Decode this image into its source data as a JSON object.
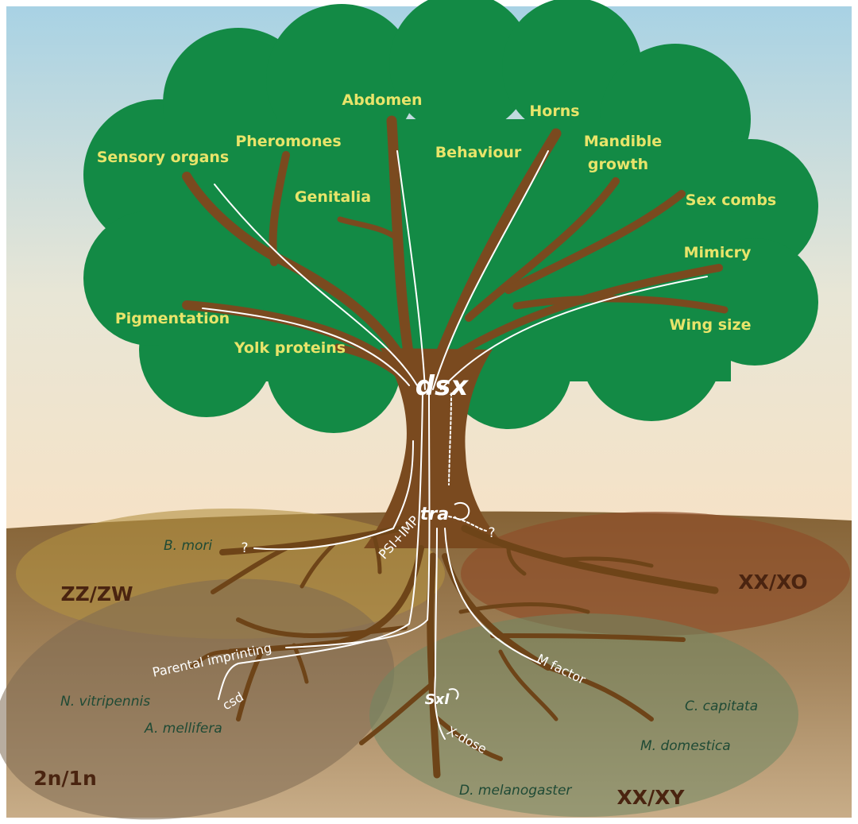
{
  "gene_labels": {
    "dsx": "dsx",
    "tra": "tra",
    "sxl": "Sxl"
  },
  "traits": {
    "sensory_organs": "Sensory organs",
    "pheromones": "Pheromones",
    "abdomen": "Abdomen",
    "genitalia": "Genitalia",
    "behaviour": "Behaviour",
    "horns": "Horns",
    "mandible_line1": "Mandible",
    "mandible_line2": "growth",
    "sex_combs": "Sex combs",
    "mimicry": "Mimicry",
    "pigmentation": "Pigmentation",
    "yolk_proteins": "Yolk proteins",
    "wing_size": "Wing size"
  },
  "systems": {
    "zz_zw": "ZZ/ZW",
    "xx_xo": "XX/XO",
    "two_n": "2n/1n",
    "xx_xy": "XX/XY"
  },
  "species": {
    "b_mori": "B. mori",
    "n_vitripennis": "N. vitripennis",
    "a_mellifera": "A. mellifera",
    "c_capitata": "C. capitata",
    "m_domestica": "M. domestica",
    "d_melanogaster": "D. melanogaster"
  },
  "pathways": {
    "psi_imp": "PSI+IMP",
    "parental_imprinting": "Parental imprinting",
    "csd": "csd",
    "m_factor": "M factor",
    "x_dose": "X-dose",
    "unknown_1": "?",
    "unknown_2": "?"
  },
  "colors": {
    "sky_top": "#a9d3e4",
    "sky_bottom": "#f6e3c8",
    "canopy": "#138a45",
    "trunk": "#7a4a1f",
    "ground": "#8e6a3a",
    "trait_text": "#e8e46a",
    "zz_zw_region": "#b39141",
    "xx_xo_region": "#8e4e2a",
    "two_n_region": "#8a7352",
    "xx_xy_region": "#6f8662"
  }
}
